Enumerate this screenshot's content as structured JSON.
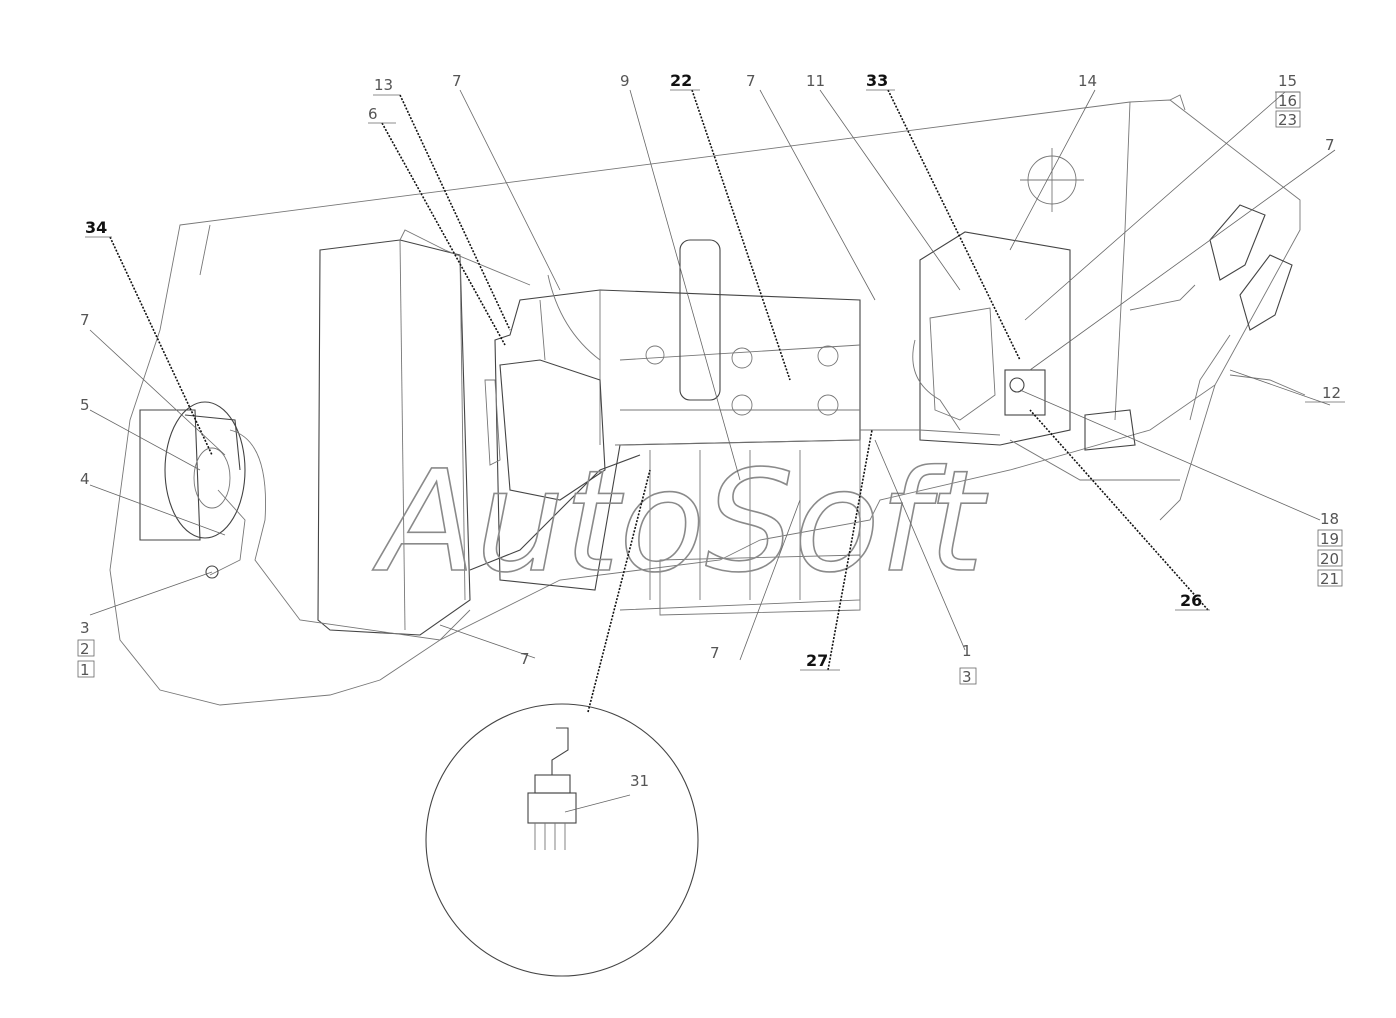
{
  "watermark": "AutoSoft",
  "callouts": [
    {
      "id": "c34",
      "label": "34",
      "bold": true
    },
    {
      "id": "c13",
      "label": "13",
      "bold": false
    },
    {
      "id": "c6",
      "label": "6",
      "bold": false
    },
    {
      "id": "c7a",
      "label": "7",
      "bold": false
    },
    {
      "id": "c9",
      "label": "9",
      "bold": false
    },
    {
      "id": "c22",
      "label": "22",
      "bold": true
    },
    {
      "id": "c7b",
      "label": "7",
      "bold": false
    },
    {
      "id": "c11",
      "label": "11",
      "bold": false
    },
    {
      "id": "c33",
      "label": "33",
      "bold": true
    },
    {
      "id": "c14",
      "label": "14",
      "bold": false
    },
    {
      "id": "c15",
      "label": "15",
      "bold": false
    },
    {
      "id": "c16",
      "label": "16",
      "bold": false
    },
    {
      "id": "c23",
      "label": "23",
      "bold": false
    },
    {
      "id": "c7c",
      "label": "7",
      "bold": false
    },
    {
      "id": "c12",
      "label": "12",
      "bold": false
    },
    {
      "id": "c18",
      "label": "18",
      "bold": false
    },
    {
      "id": "c19",
      "label": "19",
      "bold": false
    },
    {
      "id": "c20",
      "label": "20",
      "bold": false
    },
    {
      "id": "c21",
      "label": "21",
      "bold": false
    },
    {
      "id": "c26",
      "label": "26",
      "bold": true
    },
    {
      "id": "c1r",
      "label": "1",
      "bold": false
    },
    {
      "id": "c3r",
      "label": "3",
      "bold": false
    },
    {
      "id": "c27",
      "label": "27",
      "bold": true
    },
    {
      "id": "c7d",
      "label": "7",
      "bold": false
    },
    {
      "id": "c7e",
      "label": "7",
      "bold": false
    },
    {
      "id": "c7f",
      "label": "7",
      "bold": false
    },
    {
      "id": "c5",
      "label": "5",
      "bold": false
    },
    {
      "id": "c4",
      "label": "4",
      "bold": false
    },
    {
      "id": "c3",
      "label": "3",
      "bold": false
    },
    {
      "id": "c2",
      "label": "2",
      "bold": false
    },
    {
      "id": "c1",
      "label": "1",
      "bold": false
    },
    {
      "id": "c31",
      "label": "31",
      "bold": false
    }
  ]
}
